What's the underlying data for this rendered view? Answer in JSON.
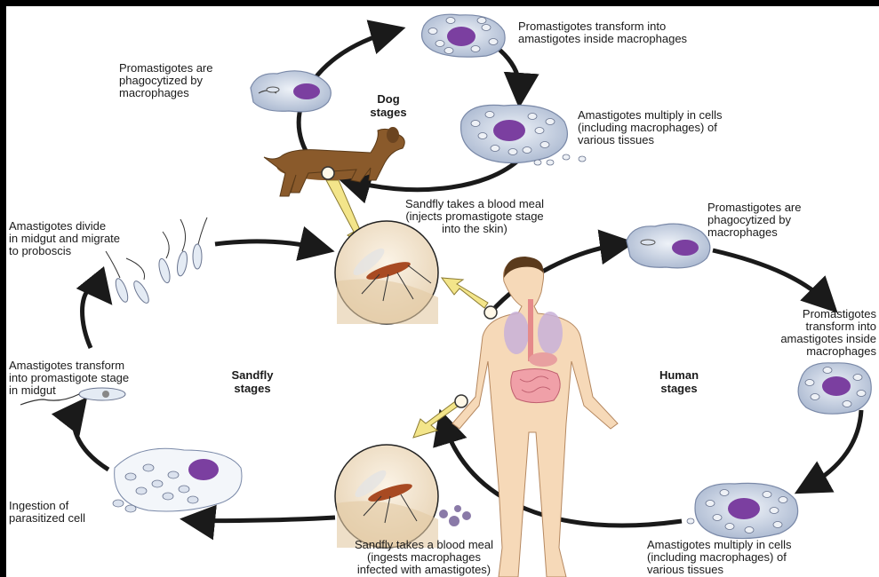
{
  "colors": {
    "arrow": "#1a1a1a",
    "pointer": "#f3e58a",
    "skin": "#f6d9b8",
    "cell": "#b9c7dd",
    "nucleus": "#7b3fa0",
    "dog": "#8a5a2b"
  },
  "dog_cycle": {
    "title": "Dog\nstages",
    "phagocytized": "Promastigotes are\nphagocytized by\nmacrophages",
    "transform": "Promastigotes transform into\namastigotes inside macrophages",
    "multiply": "Amastigotes multiply in cells\n(including macrophages) of\nvarious tissues"
  },
  "sandfly_cycle": {
    "title": "Sandfly\nstages",
    "divide": "Amastigotes divide\nin midgut and migrate\nto proboscis",
    "transform": "Amastigotes transform\ninto promastigote stage\nin midgut",
    "ingestion": "Ingestion of\nparasitized cell"
  },
  "human_cycle": {
    "title": "Human\nstages",
    "phagocytized": "Promastigotes are\nphagocytized by\nmacrophages",
    "transform": "Promastigotes\ntransform into\namastigotes inside\nmacrophages",
    "multiply": "Amastigotes multiply in cells\n(including macrophages) of\nvarious tissues"
  },
  "blood_meals": {
    "inject": "Sandfly takes a blood meal\n(injects promastigote stage\ninto the skin)",
    "ingest": "Sandfly takes a blood meal\n(ingests macrophages\ninfected with amastigotes)"
  }
}
